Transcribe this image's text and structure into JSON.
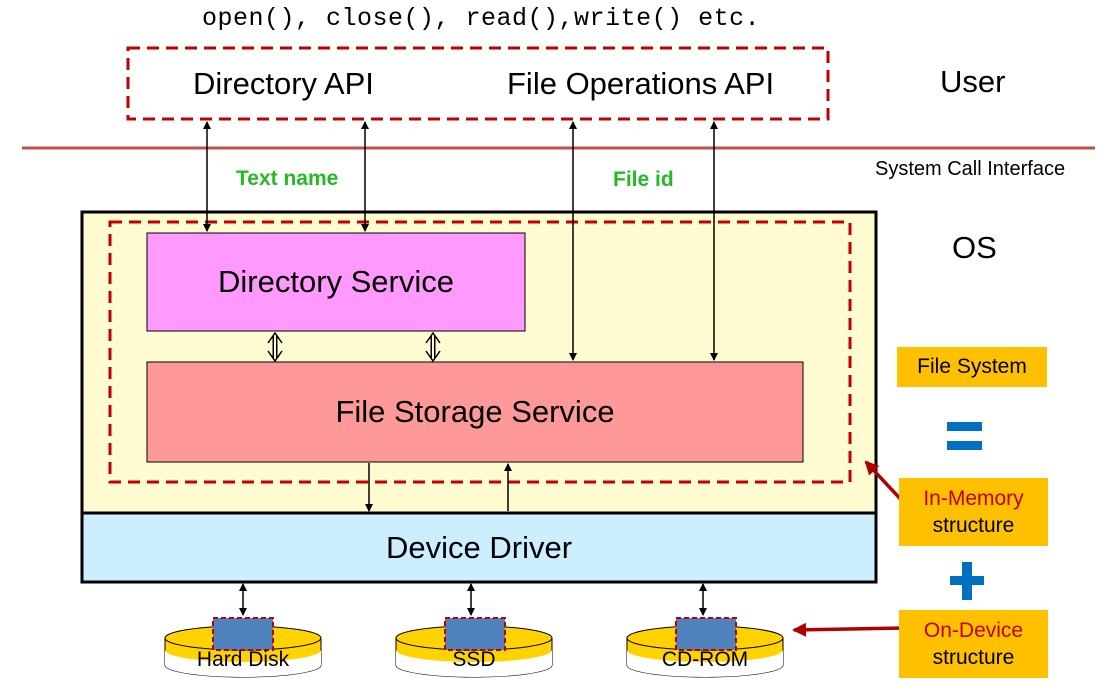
{
  "syscalls_caption": "open(), close(), read(),write() etc.",
  "user_layer": {
    "directory_api": "Directory API",
    "file_ops_api": "File Operations API",
    "label": "User"
  },
  "syscall_interface_label": "System Call Interface",
  "labels": {
    "text_name": "Text name",
    "file_id": "File id"
  },
  "os": {
    "label": "OS",
    "directory_service": "Directory Service",
    "file_storage_service": "File Storage Service",
    "device_driver": "Device Driver"
  },
  "devices": [
    "Hard Disk",
    "SSD",
    "CD-ROM"
  ],
  "legend": {
    "file_system": "File System",
    "equals": "=",
    "plus": "+",
    "in_memory": [
      "In-Memory",
      "structure"
    ],
    "on_device": [
      "On-Device",
      "structure"
    ]
  },
  "colors": {
    "dashed_red": "#c00000",
    "os_bg": "#fffbd0",
    "directory_service": "#ff99ff",
    "file_storage": "#ff9999",
    "device_driver": "#cceeff",
    "disk_fill": "#ffd200",
    "block": "#4f81bd",
    "legend_bg": "#ffc000",
    "accent_blue": "#0070c0",
    "green_label": "#22bb22"
  }
}
